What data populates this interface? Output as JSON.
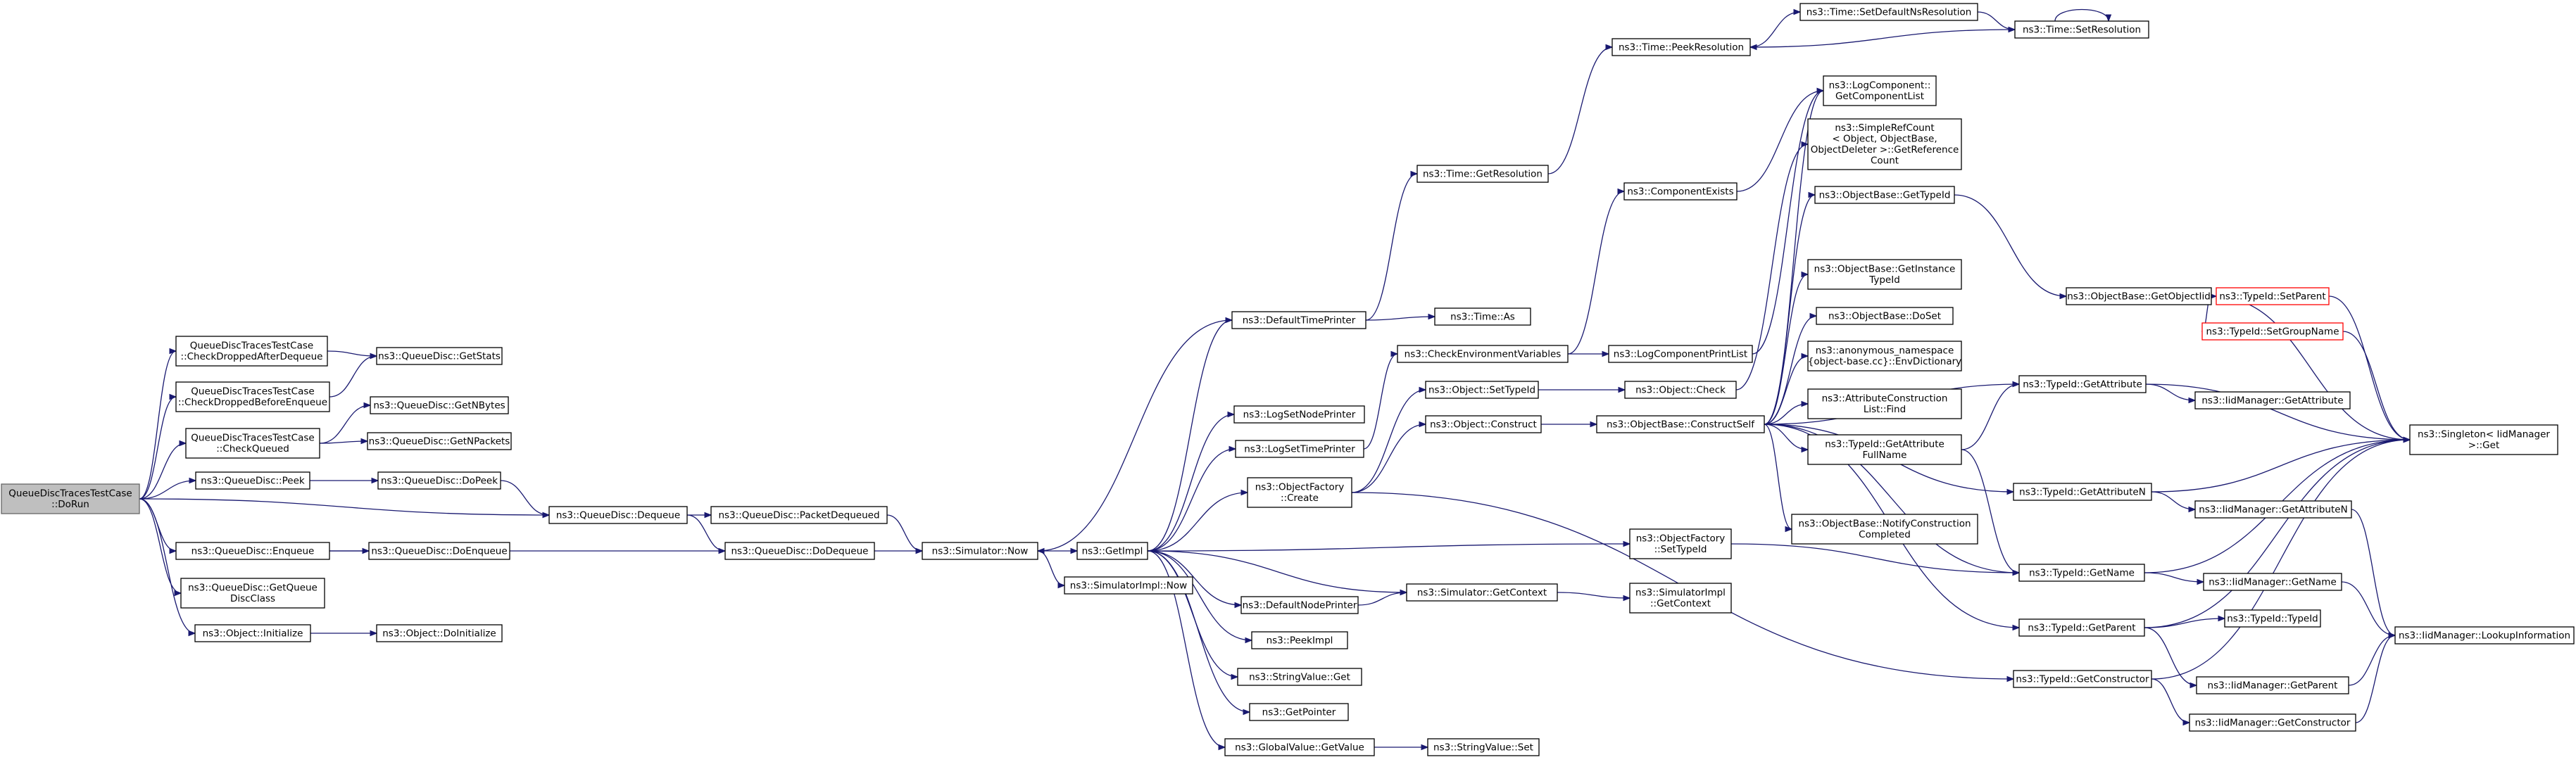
{
  "diagram": {
    "type": "call-graph",
    "colors": {
      "edge": "#191970",
      "root_fill": "#bfbfbf",
      "node_border": "#000000",
      "truncated_border": "#ff0000"
    },
    "nodes": [
      {
        "id": "root",
        "lines": [
          "QueueDiscTracesTestCase",
          "::DoRun"
        ],
        "style": "root"
      },
      {
        "id": "cdad",
        "lines": [
          "QueueDiscTracesTestCase",
          "::CheckDroppedAfterDequeue"
        ]
      },
      {
        "id": "cdbe",
        "lines": [
          "QueueDiscTracesTestCase",
          "::CheckDroppedBeforeEnqueue"
        ]
      },
      {
        "id": "cq",
        "lines": [
          "QueueDiscTracesTestCase",
          "::CheckQueued"
        ]
      },
      {
        "id": "peek",
        "lines": [
          "ns3::QueueDisc::Peek"
        ]
      },
      {
        "id": "enq",
        "lines": [
          "ns3::QueueDisc::Enqueue"
        ]
      },
      {
        "id": "gqdc",
        "lines": [
          "ns3::QueueDisc::GetQueue",
          "DiscClass"
        ]
      },
      {
        "id": "oinit",
        "lines": [
          "ns3::Object::Initialize"
        ]
      },
      {
        "id": "gstats",
        "lines": [
          "ns3::QueueDisc::GetStats"
        ]
      },
      {
        "id": "gnbytes",
        "lines": [
          "ns3::QueueDisc::GetNBytes"
        ]
      },
      {
        "id": "gnpkts",
        "lines": [
          "ns3::QueueDisc::GetNPackets"
        ]
      },
      {
        "id": "dopeek",
        "lines": [
          "ns3::QueueDisc::DoPeek"
        ]
      },
      {
        "id": "deq",
        "lines": [
          "ns3::QueueDisc::Dequeue"
        ]
      },
      {
        "id": "doenq",
        "lines": [
          "ns3::QueueDisc::DoEnqueue"
        ]
      },
      {
        "id": "doinit",
        "lines": [
          "ns3::Object::DoInitialize"
        ]
      },
      {
        "id": "pdeq",
        "lines": [
          "ns3::QueueDisc::PacketDequeued"
        ]
      },
      {
        "id": "dodeq",
        "lines": [
          "ns3::QueueDisc::DoDequeue"
        ]
      },
      {
        "id": "snow",
        "lines": [
          "ns3::Simulator::Now"
        ]
      },
      {
        "id": "getimpl",
        "lines": [
          "ns3::GetImpl"
        ]
      },
      {
        "id": "simplnow",
        "lines": [
          "ns3::SimulatorImpl::Now"
        ]
      },
      {
        "id": "dtp",
        "lines": [
          "ns3::DefaultTimePrinter"
        ]
      },
      {
        "id": "lsnp",
        "lines": [
          "ns3::LogSetNodePrinter"
        ]
      },
      {
        "id": "lstp",
        "lines": [
          "ns3::LogSetTimePrinter"
        ]
      },
      {
        "id": "ofcreate",
        "lines": [
          "ns3::ObjectFactory",
          "::Create"
        ]
      },
      {
        "id": "dnp",
        "lines": [
          "ns3::DefaultNodePrinter"
        ]
      },
      {
        "id": "peekimpl",
        "lines": [
          "ns3::PeekImpl"
        ]
      },
      {
        "id": "svget",
        "lines": [
          "ns3::StringValue::Get"
        ]
      },
      {
        "id": "getptr",
        "lines": [
          "ns3::GetPointer"
        ]
      },
      {
        "id": "gvget",
        "lines": [
          "ns3::GlobalValue::GetValue"
        ]
      },
      {
        "id": "tgetres",
        "lines": [
          "ns3::Time::GetResolution"
        ]
      },
      {
        "id": "tas",
        "lines": [
          "ns3::Time::As"
        ]
      },
      {
        "id": "cev",
        "lines": [
          "ns3::CheckEnvironmentVariables"
        ]
      },
      {
        "id": "osettid",
        "lines": [
          "ns3::Object::SetTypeId"
        ]
      },
      {
        "id": "oconstruct",
        "lines": [
          "ns3::Object::Construct"
        ]
      },
      {
        "id": "sgetctx",
        "lines": [
          "ns3::Simulator::GetContext"
        ]
      },
      {
        "id": "svset",
        "lines": [
          "ns3::StringValue::Set"
        ]
      },
      {
        "id": "tpeekres",
        "lines": [
          "ns3::Time::PeekResolution"
        ]
      },
      {
        "id": "compex",
        "lines": [
          "ns3::ComponentExists"
        ]
      },
      {
        "id": "lcpl",
        "lines": [
          "ns3::LogComponentPrintList"
        ]
      },
      {
        "id": "ocheck",
        "lines": [
          "ns3::Object::Check"
        ]
      },
      {
        "id": "obcs",
        "lines": [
          "ns3::ObjectBase::ConstructSelf"
        ]
      },
      {
        "id": "ofsettid",
        "lines": [
          "ns3::ObjectFactory",
          "::SetTypeId"
        ]
      },
      {
        "id": "simplgetctx",
        "lines": [
          "ns3::SimulatorImpl",
          "::GetContext"
        ]
      },
      {
        "id": "tsdnr",
        "lines": [
          "ns3::Time::SetDefaultNsResolution"
        ]
      },
      {
        "id": "tsetres",
        "lines": [
          "ns3::Time::SetResolution"
        ]
      },
      {
        "id": "lcgcl",
        "lines": [
          "ns3::LogComponent::",
          "GetComponentList"
        ]
      },
      {
        "id": "srcgrc",
        "lines": [
          "ns3::SimpleRefCount",
          "< Object, ObjectBase,",
          "ObjectDeleter >::GetReference",
          "Count"
        ]
      },
      {
        "id": "obgettid",
        "lines": [
          "ns3::ObjectBase::GetTypeId"
        ]
      },
      {
        "id": "obgit",
        "lines": [
          "ns3::ObjectBase::GetInstance",
          "TypeId"
        ]
      },
      {
        "id": "obdoset",
        "lines": [
          "ns3::ObjectBase::DoSet"
        ]
      },
      {
        "id": "anon",
        "lines": [
          "ns3::anonymous_namespace",
          "{object-base.cc}::EnvDictionary"
        ]
      },
      {
        "id": "aclfind",
        "lines": [
          "ns3::AttributeConstruction",
          "List::Find"
        ]
      },
      {
        "id": "tgafn",
        "lines": [
          "ns3::TypeId::GetAttribute",
          "FullName"
        ]
      },
      {
        "id": "obnotify",
        "lines": [
          "ns3::ObjectBase::NotifyConstruction",
          "Completed"
        ]
      },
      {
        "id": "tgetattr",
        "lines": [
          "ns3::TypeId::GetAttribute"
        ]
      },
      {
        "id": "tgetattrn",
        "lines": [
          "ns3::TypeId::GetAttributeN"
        ]
      },
      {
        "id": "tgetname",
        "lines": [
          "ns3::TypeId::GetName"
        ]
      },
      {
        "id": "tgetparent",
        "lines": [
          "ns3::TypeId::GetParent"
        ]
      },
      {
        "id": "tgetctor",
        "lines": [
          "ns3::TypeId::GetConstructor"
        ]
      },
      {
        "id": "obgetoid",
        "lines": [
          "ns3::ObjectBase::GetObjectIid"
        ]
      },
      {
        "id": "tsetparent",
        "lines": [
          "ns3::TypeId::SetParent"
        ],
        "style": "red"
      },
      {
        "id": "tsetgroup",
        "lines": [
          "ns3::TypeId::SetGroupName"
        ],
        "style": "red"
      },
      {
        "id": "iidgetattr",
        "lines": [
          "ns3::IidManager::GetAttribute"
        ]
      },
      {
        "id": "iidgetattrn",
        "lines": [
          "ns3::IidManager::GetAttributeN"
        ]
      },
      {
        "id": "iidgetname",
        "lines": [
          "ns3::IidManager::GetName"
        ]
      },
      {
        "id": "ttypeid",
        "lines": [
          "ns3::TypeId::TypeId"
        ]
      },
      {
        "id": "iidgetparent",
        "lines": [
          "ns3::IidManager::GetParent"
        ]
      },
      {
        "id": "iidgetctor",
        "lines": [
          "ns3::IidManager::GetConstructor"
        ]
      },
      {
        "id": "singleton",
        "lines": [
          "ns3::Singleton< IidManager",
          ">::Get"
        ]
      },
      {
        "id": "iidlookup",
        "lines": [
          "ns3::IidManager::LookupInformation"
        ]
      }
    ],
    "edges": [
      [
        "root",
        "cdad"
      ],
      [
        "root",
        "cdbe"
      ],
      [
        "root",
        "cq"
      ],
      [
        "root",
        "peek"
      ],
      [
        "root",
        "deq"
      ],
      [
        "root",
        "enq"
      ],
      [
        "root",
        "gqdc"
      ],
      [
        "root",
        "oinit"
      ],
      [
        "cdad",
        "gstats"
      ],
      [
        "cdbe",
        "gstats"
      ],
      [
        "cq",
        "gnbytes"
      ],
      [
        "cq",
        "gnpkts"
      ],
      [
        "peek",
        "dopeek"
      ],
      [
        "dopeek",
        "deq"
      ],
      [
        "deq",
        "pdeq"
      ],
      [
        "deq",
        "dodeq"
      ],
      [
        "pdeq",
        "snow"
      ],
      [
        "enq",
        "doenq"
      ],
      [
        "enq",
        "snow"
      ],
      [
        "oinit",
        "doinit"
      ],
      [
        "snow",
        "getimpl"
      ],
      [
        "snow",
        "simplnow"
      ],
      [
        "getimpl",
        "dtp"
      ],
      [
        "getimpl",
        "lsnp"
      ],
      [
        "getimpl",
        "lstp"
      ],
      [
        "getimpl",
        "ofcreate"
      ],
      [
        "getimpl",
        "ofsettid"
      ],
      [
        "getimpl",
        "dnp"
      ],
      [
        "getimpl",
        "peekimpl"
      ],
      [
        "getimpl",
        "svget"
      ],
      [
        "getimpl",
        "getptr"
      ],
      [
        "getimpl",
        "gvget"
      ],
      [
        "getimpl",
        "sgetctx"
      ],
      [
        "dtp",
        "snow"
      ],
      [
        "dtp",
        "tgetres"
      ],
      [
        "dtp",
        "tas"
      ],
      [
        "tgetres",
        "tpeekres"
      ],
      [
        "tpeekres",
        "tsdnr"
      ],
      [
        "tsdnr",
        "tsetres"
      ],
      [
        "tsetres",
        "tsetres"
      ],
      [
        "tsetres",
        "tpeekres"
      ],
      [
        "lstp",
        "cev"
      ],
      [
        "cev",
        "compex"
      ],
      [
        "cev",
        "lcpl"
      ],
      [
        "compex",
        "lcgcl"
      ],
      [
        "lcpl",
        "lcgcl"
      ],
      [
        "ofcreate",
        "osettid"
      ],
      [
        "ofcreate",
        "oconstruct"
      ],
      [
        "ofcreate",
        "tgetctor"
      ],
      [
        "osettid",
        "ocheck"
      ],
      [
        "oconstruct",
        "obcs"
      ],
      [
        "ocheck",
        "srcgrc"
      ],
      [
        "obcs",
        "lcgcl"
      ],
      [
        "obcs",
        "obgettid"
      ],
      [
        "obcs",
        "obgit"
      ],
      [
        "obcs",
        "obdoset"
      ],
      [
        "obcs",
        "anon"
      ],
      [
        "obcs",
        "aclfind"
      ],
      [
        "obcs",
        "tgafn"
      ],
      [
        "obcs",
        "obnotify"
      ],
      [
        "obcs",
        "tgetattr"
      ],
      [
        "obcs",
        "tgetattrn"
      ],
      [
        "obcs",
        "tgetname"
      ],
      [
        "obcs",
        "tgetparent"
      ],
      [
        "ofsettid",
        "tgetname"
      ],
      [
        "dnp",
        "sgetctx"
      ],
      [
        "sgetctx",
        "simplgetctx"
      ],
      [
        "gvget",
        "svset"
      ],
      [
        "obgettid",
        "obgetoid"
      ],
      [
        "obgetoid",
        "tsetparent"
      ],
      [
        "obgetoid",
        "tsetgroup"
      ],
      [
        "obgetoid",
        "singleton"
      ],
      [
        "tsetparent",
        "singleton"
      ],
      [
        "tsetgroup",
        "singleton"
      ],
      [
        "tgafn",
        "tgetattr"
      ],
      [
        "tgafn",
        "tgetname"
      ],
      [
        "tgetattr",
        "iidgetattr"
      ],
      [
        "tgetattr",
        "singleton"
      ],
      [
        "tgetattrn",
        "iidgetattrn"
      ],
      [
        "tgetattrn",
        "singleton"
      ],
      [
        "tgetname",
        "iidgetname"
      ],
      [
        "tgetname",
        "singleton"
      ],
      [
        "tgetparent",
        "ttypeid"
      ],
      [
        "tgetparent",
        "iidgetparent"
      ],
      [
        "tgetparent",
        "singleton"
      ],
      [
        "tgetctor",
        "iidgetctor"
      ],
      [
        "tgetctor",
        "singleton"
      ],
      [
        "iidgetattrn",
        "iidlookup"
      ],
      [
        "iidgetname",
        "iidlookup"
      ],
      [
        "iidgetparent",
        "iidlookup"
      ],
      [
        "iidgetctor",
        "iidlookup"
      ]
    ]
  }
}
